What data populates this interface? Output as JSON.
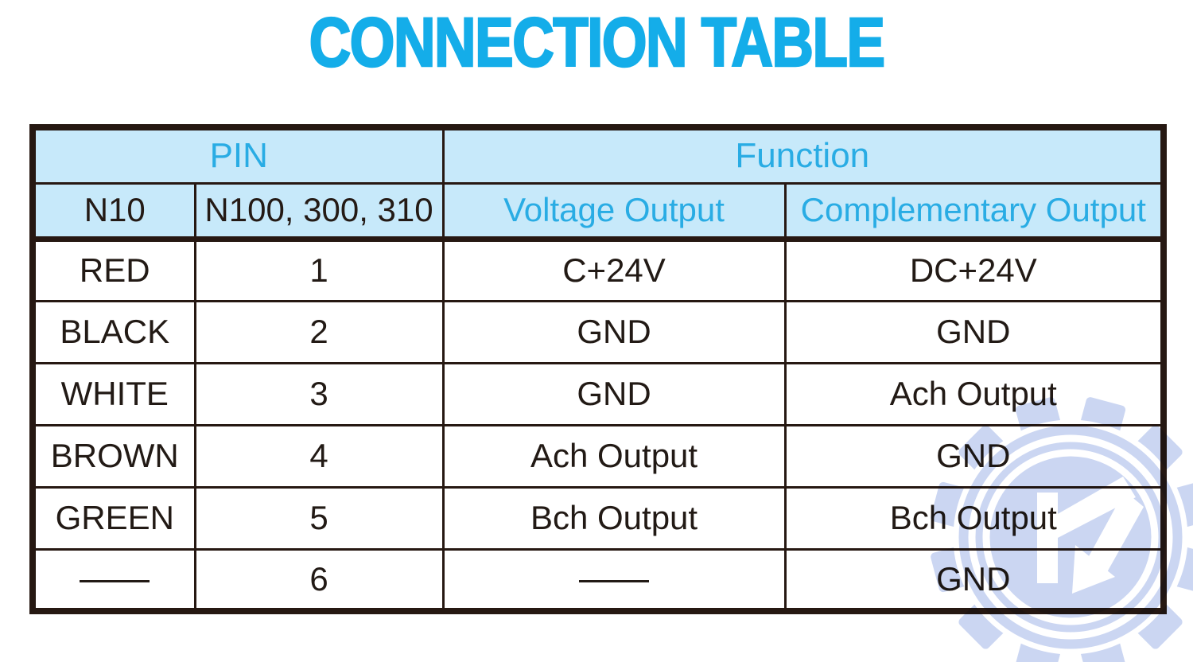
{
  "page": {
    "title": "CONNECTION TABLE"
  },
  "table": {
    "group_headers": [
      {
        "label": "PIN",
        "colspan": 2
      },
      {
        "label": "Function",
        "colspan": 2
      }
    ],
    "sub_headers": [
      "N10",
      "N100, 300, 310",
      "Voltage Output",
      "Complementary Output"
    ],
    "dash_symbol": "——",
    "rows": [
      [
        "RED",
        "1",
        "C+24V",
        "DC+24V"
      ],
      [
        "BLACK",
        "2",
        "GND",
        "GND"
      ],
      [
        "WHITE",
        "3",
        "GND",
        "Ach Output"
      ],
      [
        "BROWN",
        "4",
        "Ach Output",
        "GND"
      ],
      [
        "GREEN",
        "5",
        "Bch Output",
        "Bch Output"
      ],
      [
        "——",
        "6",
        "——",
        "GND"
      ]
    ]
  },
  "watermark": {
    "letter": "K"
  },
  "colors": {
    "title_cyan": "#14ade9",
    "header_text_cyan": "#29ace4",
    "header_bg": "#c7e9fa",
    "table_border": "#261812",
    "body_text": "#221a15",
    "watermark_fill": "#cbd6f2",
    "watermark_white": "#ffffff"
  }
}
